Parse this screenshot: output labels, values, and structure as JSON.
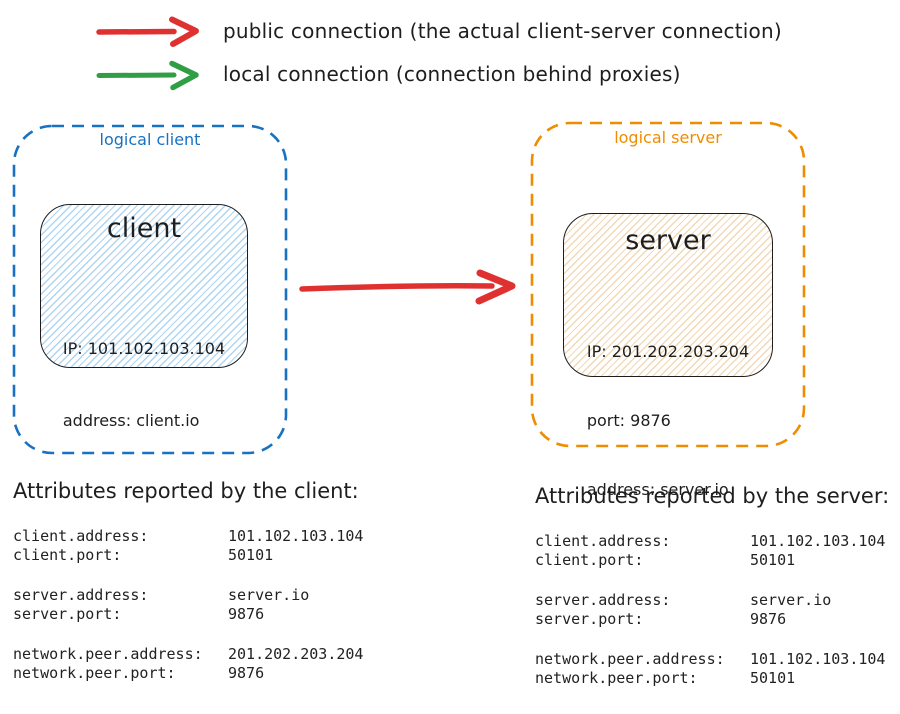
{
  "colors": {
    "public_red": "#e03131",
    "local_green": "#2f9e44",
    "client_blue": "#1971c2",
    "server_orange": "#f08c00",
    "ink": "#1e1e1e",
    "client_hatch": "#aed5f2",
    "server_hatch": "#f2d9b5"
  },
  "legend": {
    "items": [
      {
        "arrow": "red-arrow-icon",
        "color": "#e03131",
        "label": "public connection (the actual client-server connection)"
      },
      {
        "arrow": "green-arrow-icon",
        "color": "#2f9e44",
        "label": "local connection (connection behind proxies)"
      }
    ]
  },
  "diagram": {
    "client_group": {
      "label": "logical client",
      "border_color": "#1971c2"
    },
    "client_node": {
      "title": "client",
      "lines": [
        "IP: 101.102.103.104",
        "address: client.io"
      ]
    },
    "server_group": {
      "label": "logical server",
      "border_color": "#f08c00"
    },
    "server_node": {
      "title": "server",
      "lines": [
        "IP: 201.202.203.204",
        "port: 9876",
        "address: server.io"
      ]
    },
    "connection": {
      "type": "public",
      "color": "#e03131",
      "from": "client",
      "to": "server"
    }
  },
  "attributes_client": {
    "title": "Attributes reported by the client:",
    "groups": [
      [
        {
          "key": "client.address:",
          "value": "101.102.103.104"
        },
        {
          "key": "client.port:",
          "value": "50101"
        }
      ],
      [
        {
          "key": "server.address:",
          "value": "server.io"
        },
        {
          "key": "server.port:",
          "value": "9876"
        }
      ],
      [
        {
          "key": "network.peer.address:",
          "value": "201.202.203.204"
        },
        {
          "key": "network.peer.port:",
          "value": "9876"
        }
      ]
    ]
  },
  "attributes_server": {
    "title": "Attributes reported by the server:",
    "groups": [
      [
        {
          "key": "client.address:",
          "value": "101.102.103.104"
        },
        {
          "key": "client.port:",
          "value": "50101"
        }
      ],
      [
        {
          "key": "server.address:",
          "value": "server.io"
        },
        {
          "key": "server.port:",
          "value": "9876"
        }
      ],
      [
        {
          "key": "network.peer.address:",
          "value": "101.102.103.104"
        },
        {
          "key": "network.peer.port:",
          "value": "50101"
        }
      ]
    ]
  }
}
